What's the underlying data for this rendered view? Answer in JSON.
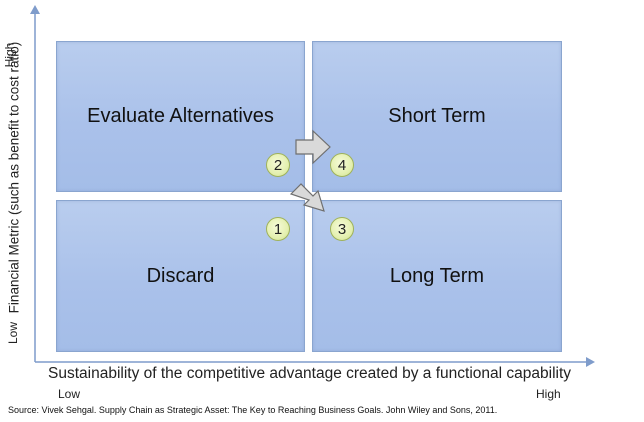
{
  "quadrants": {
    "top_left": "Evaluate Alternatives",
    "top_right": "Short Term",
    "bottom_left": "Discard",
    "bottom_right": "Long Term"
  },
  "badges": {
    "b1": "1",
    "b2": "2",
    "b3": "3",
    "b4": "4"
  },
  "y_axis": {
    "label": "Financial Metric (such as benefit to cost ratio)",
    "high": "High",
    "low": "Low"
  },
  "x_axis": {
    "label": "Sustainability of the competitive advantage created by a functional capability",
    "low": "Low",
    "high": "High"
  },
  "source": "Source: Vivek Sehgal. Supply Chain as Strategic Asset: The Key to Reaching Business Goals. John Wiley and Sons, 2011.",
  "colors": {
    "quadrant_fill": "#aac1ea",
    "quadrant_border": "#8aa5cf",
    "axis": "#7f9ccb",
    "arrow_fill": "#d9d9d9",
    "badge_fill": "#e4f0b0"
  }
}
